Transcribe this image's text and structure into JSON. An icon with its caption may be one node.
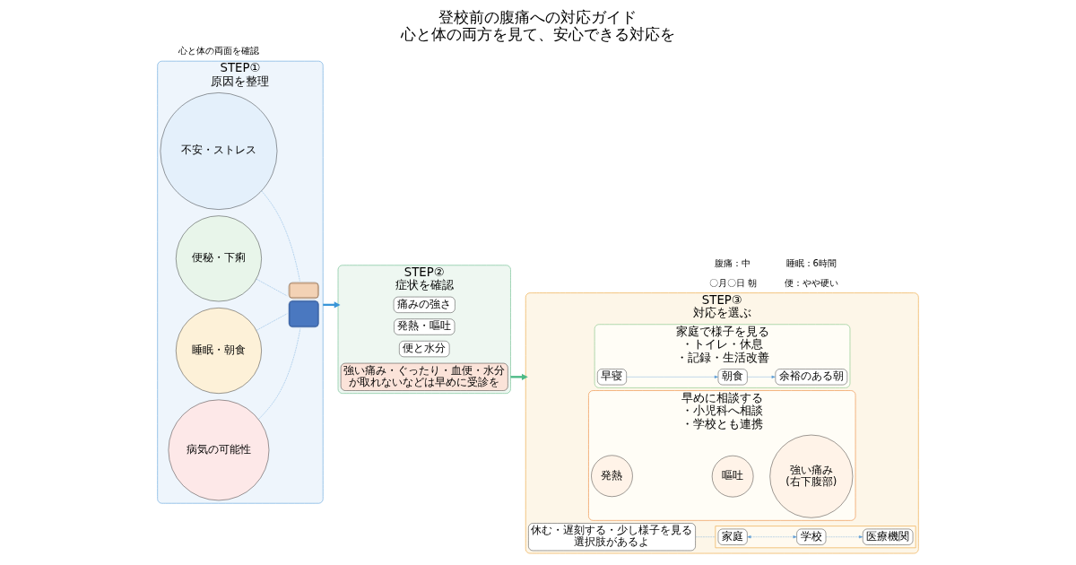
{
  "diagram": {
    "title": "登校前の腹痛への対応ガイド",
    "caption": "心と体の両方を見て、安心できる対応を",
    "nodes": [
      {
        "text": [
          "STEP①",
          "原因を整理"
        ]
      },
      {
        "text": [
          "不安・ストレス"
        ],
        "in": 0
      },
      {
        "text": [
          "便秘・下痢"
        ],
        "in": 0
      },
      {
        "text": [
          "睡眠・朝食"
        ],
        "in": 0
      },
      {
        "text": [
          "病気の可能性"
        ],
        "in": 0
      },
      {
        "text": [],
        "shape": "person",
        "in": 0
      },
      {
        "text": [
          "STEP②",
          "症状を確認"
        ]
      },
      {
        "text": [
          "痛みの強さ"
        ],
        "in": 6
      },
      {
        "text": [
          "発熱・嘔吐"
        ],
        "in": 6
      },
      {
        "text": [
          "便と水分"
        ],
        "in": 6
      },
      {
        "text": [
          "強い痛み・ぐったり・血便・水分が取れないなどは早めに受診を"
        ],
        "in": 6
      },
      {
        "text": [
          "STEP③",
          "対応を選ぶ"
        ]
      },
      {
        "text": [
          "家庭で様子を見る",
          "・トイレ・休息",
          "・記録・生活改善"
        ],
        "in": 11
      },
      {
        "text": [
          "早寝"
        ],
        "in": 12
      },
      {
        "text": [
          "朝食"
        ],
        "in": 12
      },
      {
        "text": [
          "余裕のある朝"
        ],
        "in": 12
      },
      {
        "text": [
          "早めに相談する",
          "・小児科へ相談",
          "・学校とも連携"
        ],
        "in": 11
      },
      {
        "text": [
          "発熱"
        ],
        "in": 16
      },
      {
        "text": [
          "嘔吐"
        ],
        "in": 16
      },
      {
        "text": [
          "強い痛み",
          "(右下腹部)"
        ],
        "in": 16
      },
      {
        "text": [
          "休む・遅刻する・少し様子を見る選択肢があるよ"
        ],
        "in": 11
      },
      {
        "text": [],
        "shape": "box",
        "in": 11
      },
      {
        "text": [
          "家庭"
        ],
        "in": 21
      },
      {
        "text": [
          "学校"
        ],
        "in": 21
      },
      {
        "text": [
          "医療機関"
        ],
        "in": 21
      }
    ],
    "edges": [
      {
        "from": 1,
        "to": 5,
        "arrow": "none",
        "style": "dashed"
      },
      {
        "from": 2,
        "to": 5,
        "arrow": "none",
        "style": "dashed"
      },
      {
        "from": 3,
        "to": 5,
        "arrow": "none",
        "style": "dashed"
      },
      {
        "from": 4,
        "to": 5,
        "arrow": "none",
        "style": "dashed"
      },
      {
        "from": 0,
        "to": 6,
        "arrow": "to",
        "style": "thick",
        "color": "#3a96d8"
      },
      {
        "from": 6,
        "to": 11,
        "arrow": "to",
        "style": "thick",
        "color": "#4dba86"
      },
      {
        "from": 13,
        "to": 14,
        "arrow": "to"
      },
      {
        "from": 14,
        "to": 15,
        "arrow": "to"
      },
      {
        "from": 22,
        "to": 23,
        "arrow": "both",
        "style": "dashed"
      },
      {
        "from": 23,
        "to": 24,
        "arrow": "to",
        "style": "dashed"
      },
      {
        "from": 20,
        "to": 21,
        "arrow": "none",
        "style": "dashed"
      }
    ],
    "labels": [
      "心と体の両面を確認",
      "〇月〇日 朝",
      "腹痛：中",
      "便：やや硬い",
      "睡眠：6時間"
    ]
  }
}
